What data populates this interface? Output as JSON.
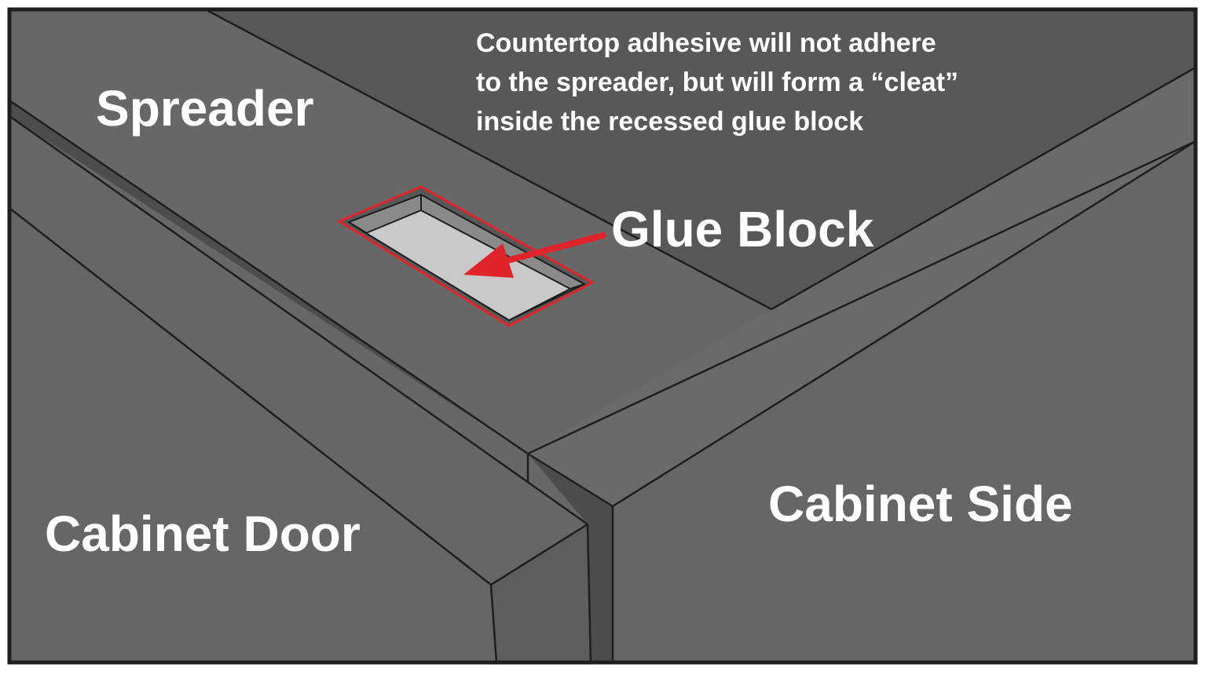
{
  "labels": {
    "spreader": "Spreader",
    "glue_block": "Glue Block",
    "cabinet_door": "Cabinet Door",
    "cabinet_side": "Cabinet Side"
  },
  "note": {
    "line1": "Countertop adhesive will not adhere",
    "line2": "to the spreader, but will form a “cleat”",
    "line3": "inside the recessed glue block"
  },
  "colors": {
    "outline": "#1e1e1e",
    "surface_dark": "#585858",
    "surface": "#676767",
    "gap": "#4a4a4a",
    "glue_block_fill": "#c9c9c9",
    "glue_block_rim": "#888888",
    "highlight_red": "#e0242b",
    "text": "#ffffff"
  }
}
